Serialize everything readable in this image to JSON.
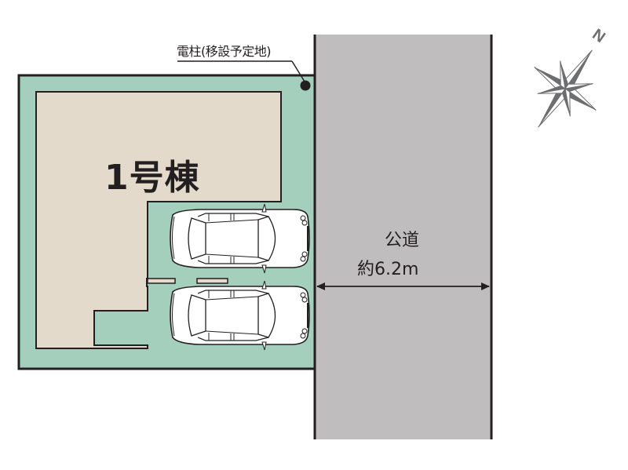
{
  "plot": {
    "building_label": "1号棟",
    "utility_pole_label": "電柱(移設予定地)",
    "parking_spaces": 2
  },
  "road": {
    "name": "公道",
    "width_label": "約6.2m"
  },
  "compass": {
    "north_label": "N"
  },
  "colors": {
    "lot_green": "#a4cfbc",
    "building_beige": "#e3dacb",
    "road_gray": "#bfbdbe",
    "outline": "#231f20",
    "car_fill": "#ffffff",
    "compass_gray": "#6d6e70"
  }
}
